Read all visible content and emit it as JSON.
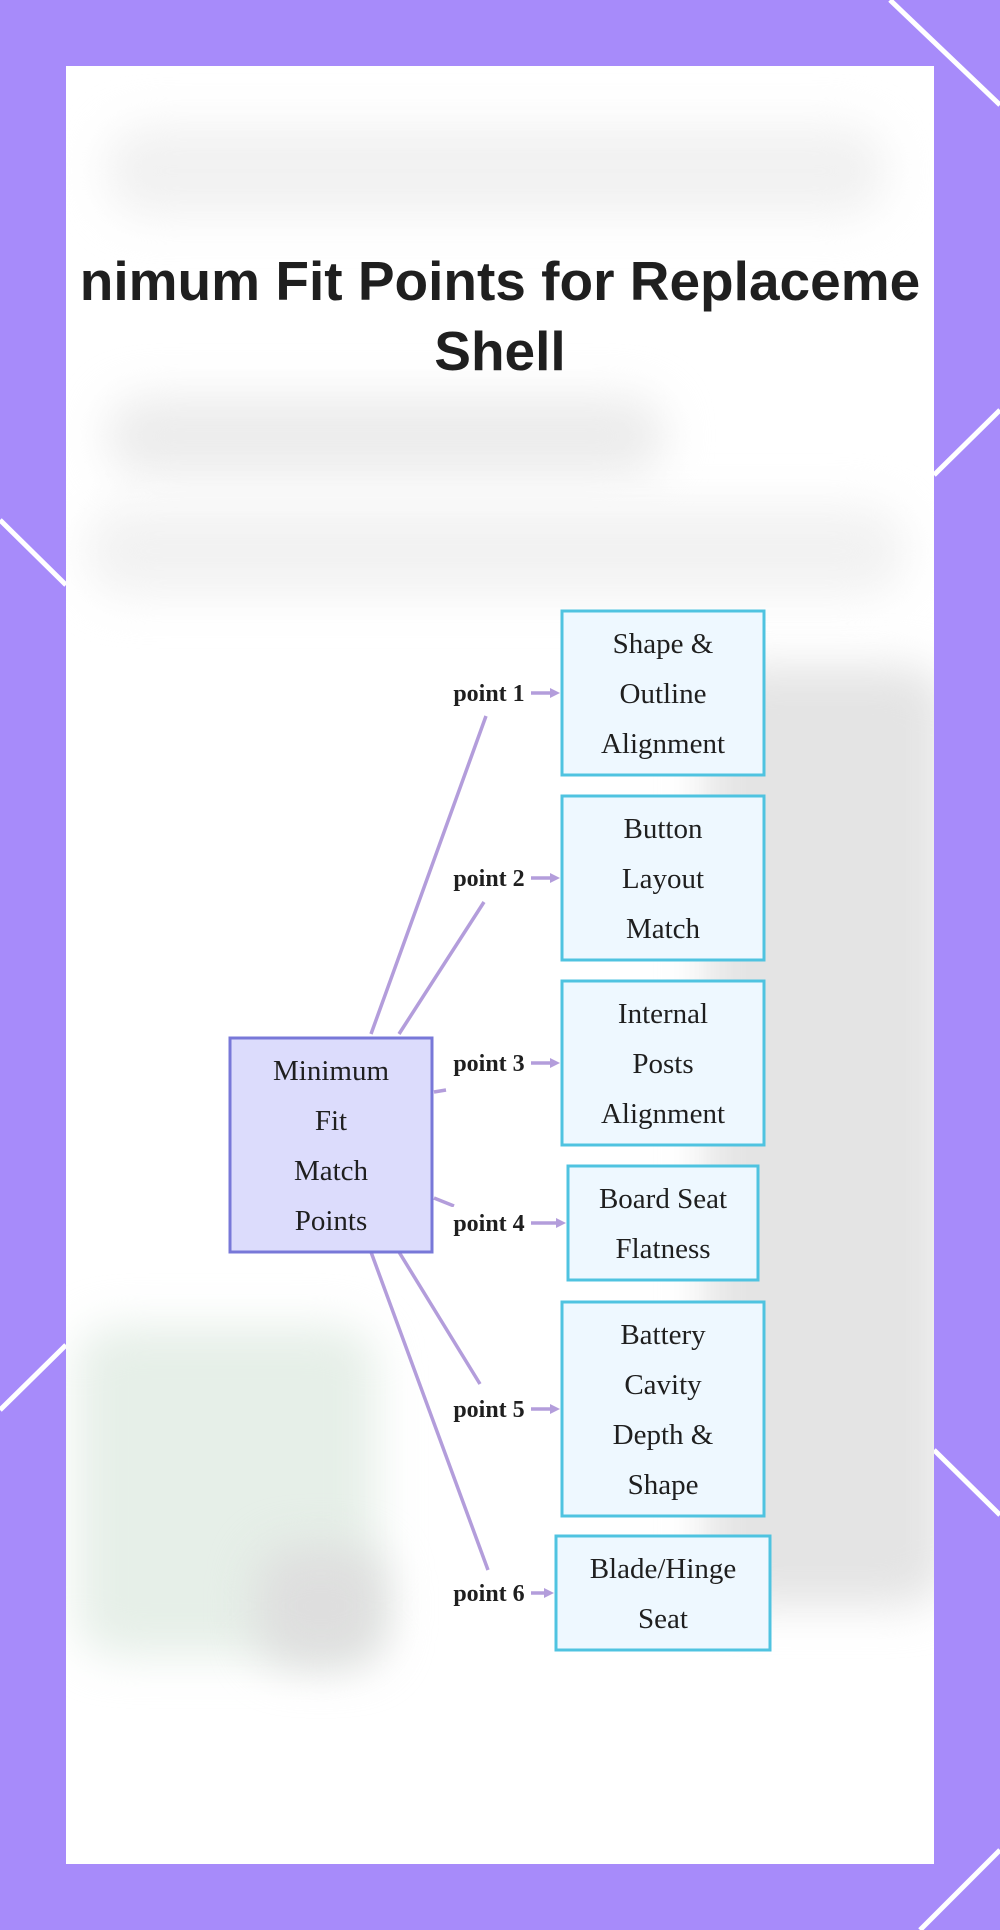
{
  "title": {
    "line1": "nimum Fit Points for Replaceme",
    "line2": "Shell"
  },
  "colors": {
    "frame": "#a78bfa",
    "root_fill": "#dcdcfc",
    "root_stroke": "#7878d8",
    "leaf_fill": "#eef8ff",
    "leaf_stroke": "#4fc3e0",
    "edge": "#b39ddb"
  },
  "root": {
    "lines": [
      "Minimum",
      "Fit",
      "Match",
      "Points"
    ]
  },
  "edges": [
    {
      "label": "point 1",
      "target": [
        "Shape &",
        "Outline",
        "Alignment"
      ]
    },
    {
      "label": "point 2",
      "target": [
        "Button",
        "Layout",
        "Match"
      ]
    },
    {
      "label": "point 3",
      "target": [
        "Internal",
        "Posts",
        "Alignment"
      ]
    },
    {
      "label": "point 4",
      "target": [
        "Board Seat",
        "Flatness"
      ]
    },
    {
      "label": "point 5",
      "target": [
        "Battery",
        "Cavity",
        "Depth &",
        "Shape"
      ]
    },
    {
      "label": "point 6",
      "target": [
        "Blade/Hinge",
        "Seat"
      ]
    }
  ]
}
